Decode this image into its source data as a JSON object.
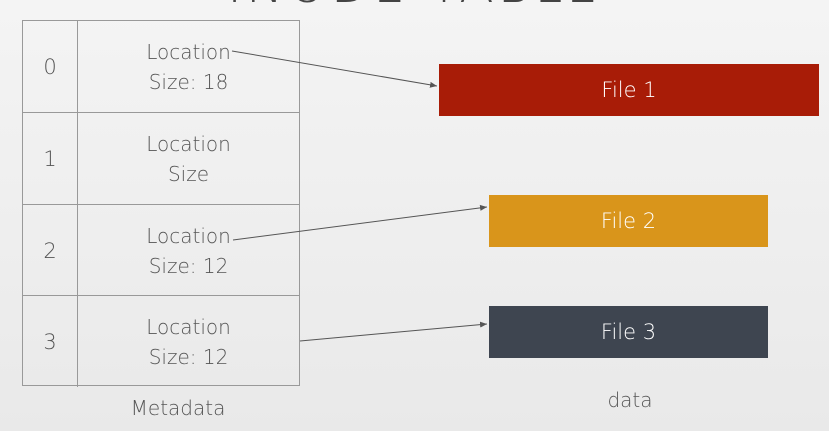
{
  "title": "INODE TABLE",
  "inode_table": {
    "rows": [
      {
        "index": "0",
        "location": "Location",
        "size": "Size: 18"
      },
      {
        "index": "1",
        "location": "Location",
        "size": "Size"
      },
      {
        "index": "2",
        "location": "Location",
        "size": "Size: 12"
      },
      {
        "index": "3",
        "location": "Location",
        "size": "Size: 12"
      }
    ],
    "caption": "Metadata"
  },
  "files": [
    {
      "label": "File 1",
      "color": "#a81c07"
    },
    {
      "label": "File 2",
      "color": "#d9951b"
    },
    {
      "label": "File 3",
      "color": "#3e4550"
    }
  ],
  "data_caption": "data"
}
